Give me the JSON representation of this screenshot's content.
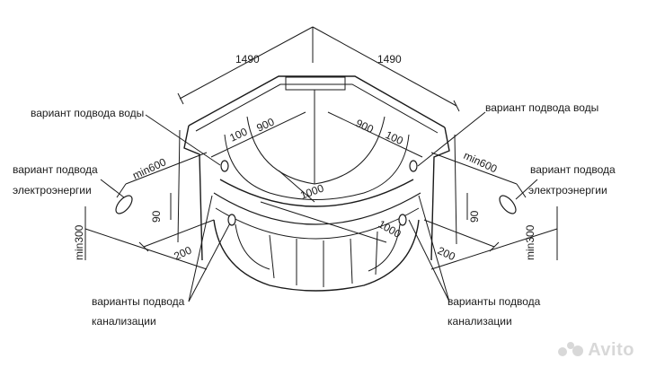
{
  "dimensions": {
    "width_left": "1490",
    "width_right": "1490",
    "inner_left_100": "100",
    "inner_left_900": "900",
    "inner_right_900": "900",
    "inner_right_100": "100",
    "min600_left": "min600",
    "min600_right": "min600",
    "depth_90_left": "90",
    "depth_90_right": "90",
    "min300_left": "min300",
    "min300_right": "min300",
    "offset_200_left": "200",
    "offset_200_right": "200",
    "diag_1000_a": "1000",
    "diag_1000_b": "1000"
  },
  "callouts": {
    "water_left": "вариант подвода воды",
    "water_right": "вариант подвода воды",
    "power_left_1": "вариант подвода",
    "power_left_2": "электроэнергии",
    "power_right_1": "вариант подвода",
    "power_right_2": "электроэнергии",
    "sewer_left_1": "варианты подвода",
    "sewer_left_2": "канализации",
    "sewer_right_1": "варианты подвода",
    "sewer_right_2": "канализации"
  },
  "watermark": "Avito",
  "colors": {
    "line": "#1a1a1a",
    "watermark": "#d8d8d8"
  }
}
